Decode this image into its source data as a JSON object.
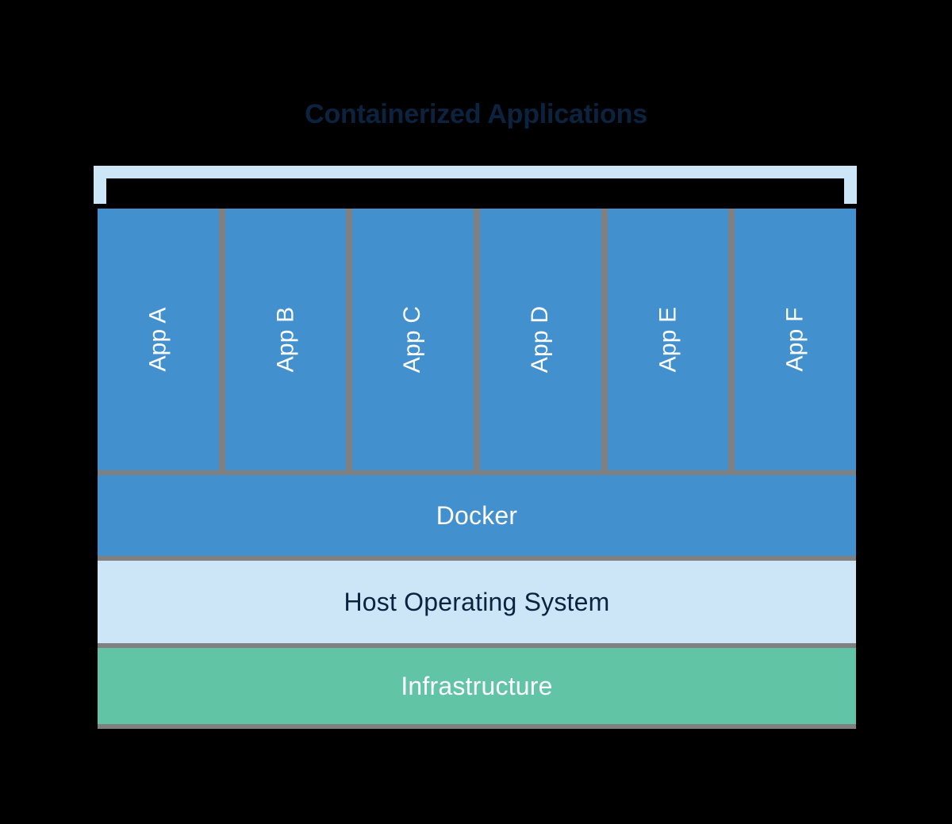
{
  "diagram": {
    "title": "Containerized Applications",
    "type": "docker-architecture-stack",
    "colors": {
      "background": "#000000",
      "title_text": "#0c2340",
      "app_box": "#4290ce",
      "docker_layer": "#4290ce",
      "host_os_layer": "#cde6f7",
      "infrastructure_layer": "#61c4a5",
      "separator": "#808080",
      "bracket": "#cde6f7",
      "light_text": "#ffffff",
      "dark_text": "#0c2340"
    }
  },
  "bracket": {
    "name": "containerized-applications-bracket"
  },
  "apps": [
    {
      "label": "App A"
    },
    {
      "label": "App B"
    },
    {
      "label": "App C"
    },
    {
      "label": "App D"
    },
    {
      "label": "App E"
    },
    {
      "label": "App F"
    }
  ],
  "layers": [
    {
      "label": "Docker"
    },
    {
      "label": "Host Operating System"
    },
    {
      "label": "Infrastructure"
    }
  ]
}
